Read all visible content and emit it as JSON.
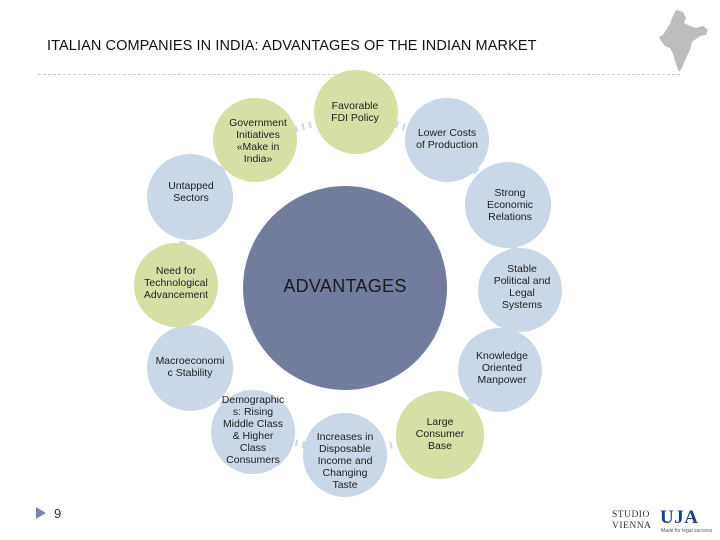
{
  "title": "ITALIAN COMPANIES IN INDIA:  ADVANTAGES OF THE INDIAN MARKET",
  "center": "ADVANTAGES",
  "colors": {
    "center": "#727c9c",
    "green": "#d6e0a4",
    "blue": "#c9d7e7",
    "connector": "#cdd8e6"
  },
  "nodes": [
    {
      "id": "favorable-fdi-policy",
      "label": "Favorable\nFDI Policy",
      "color": "green"
    },
    {
      "id": "lower-costs-production",
      "label": "Lower Costs\nof Production",
      "color": "blue"
    },
    {
      "id": "strong-economic-relations",
      "label": "Strong\nEconomic\nRelations",
      "color": "blue"
    },
    {
      "id": "stable-political-legal",
      "label": "Stable\nPolitical and\nLegal\nSystems",
      "color": "blue"
    },
    {
      "id": "knowledge-oriented-manpower",
      "label": "Knowledge\nOriented\nManpower",
      "color": "blue"
    },
    {
      "id": "large-consumer-base",
      "label": "Large\nConsumer\nBase",
      "color": "green"
    },
    {
      "id": "disposable-income",
      "label": "Increases in\nDisposable\nIncome and\nChanging\nTaste",
      "color": "blue"
    },
    {
      "id": "demographics",
      "label": "Demographic\ns: Rising\nMiddle Class\n& Higher\nClass\nConsumers",
      "color": "blue"
    },
    {
      "id": "macroeconomic-stability",
      "label": "Macroeconomi\nc Stability",
      "color": "blue"
    },
    {
      "id": "need-technological-advancement",
      "label": "Need for\nTechnological\nAdvancement",
      "color": "green"
    },
    {
      "id": "untapped-sectors",
      "label": "Untapped\nSectors",
      "color": "blue"
    },
    {
      "id": "government-initiatives",
      "label": "Government\nInitiatives\n«Make in\nIndia»",
      "color": "green"
    }
  ],
  "footer": {
    "page_number": "9",
    "logo_studio": "STUDIO",
    "logo_vienna": "VIENNA",
    "logo_uja": "UJA",
    "logo_uja_sub": "Made for legal success"
  }
}
